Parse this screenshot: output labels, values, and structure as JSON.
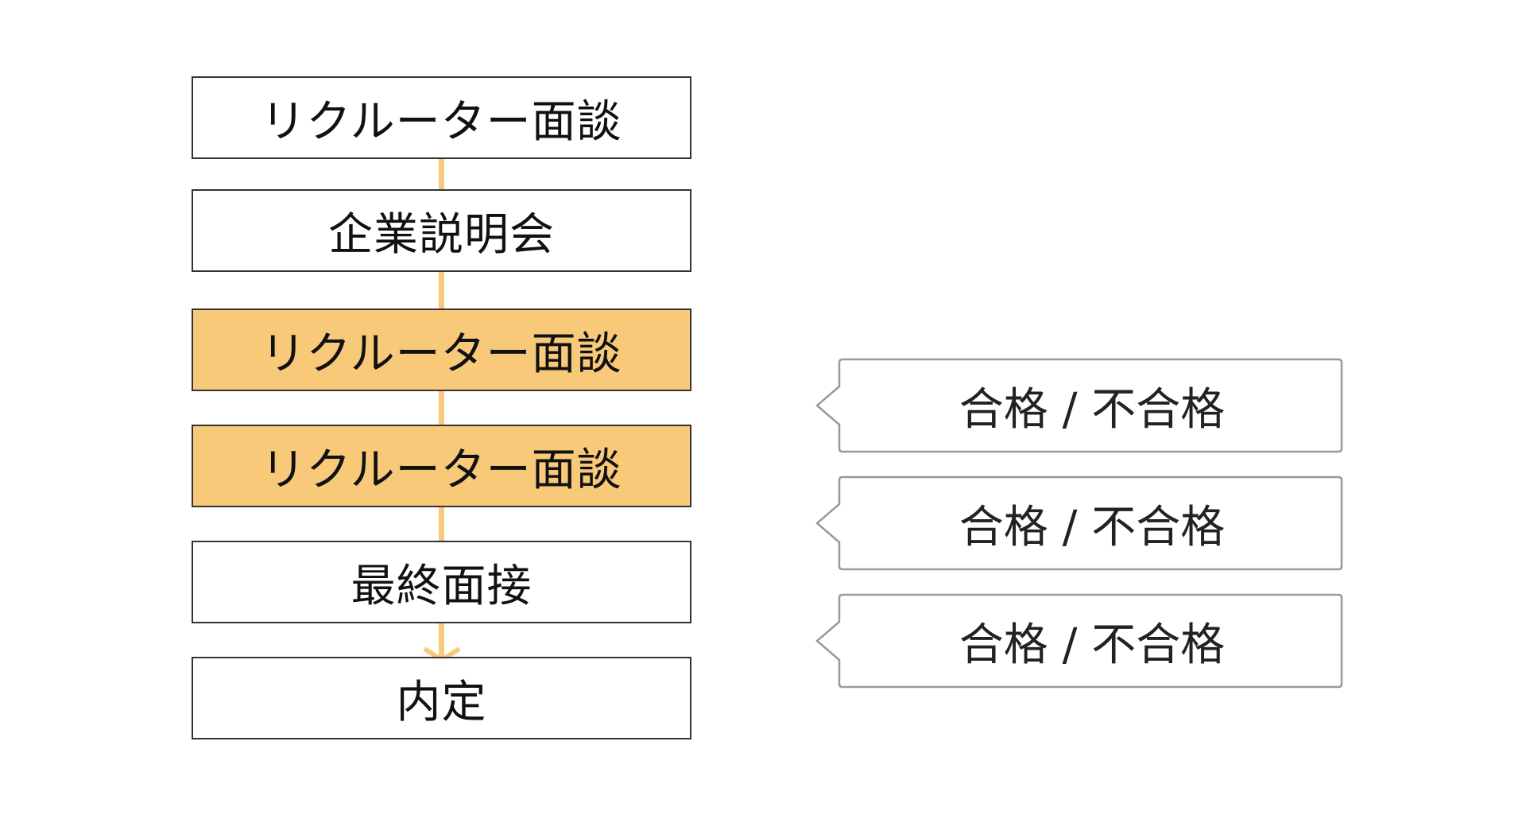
{
  "flow": {
    "steps": [
      {
        "label": "リクルーター面談",
        "highlighted": false
      },
      {
        "label": "企業説明会",
        "highlighted": false
      },
      {
        "label": "リクルーター面談",
        "highlighted": true
      },
      {
        "label": "リクルーター面談",
        "highlighted": true
      },
      {
        "label": "最終面接",
        "highlighted": false
      },
      {
        "label": "内定",
        "highlighted": false
      }
    ]
  },
  "callouts": [
    {
      "label": "合格 / 不合格"
    },
    {
      "label": "合格 / 不合格"
    },
    {
      "label": "合格 / 不合格"
    }
  ],
  "colors": {
    "accent": "#f9c97a",
    "box_border": "#333333",
    "callout_border": "#999999"
  }
}
